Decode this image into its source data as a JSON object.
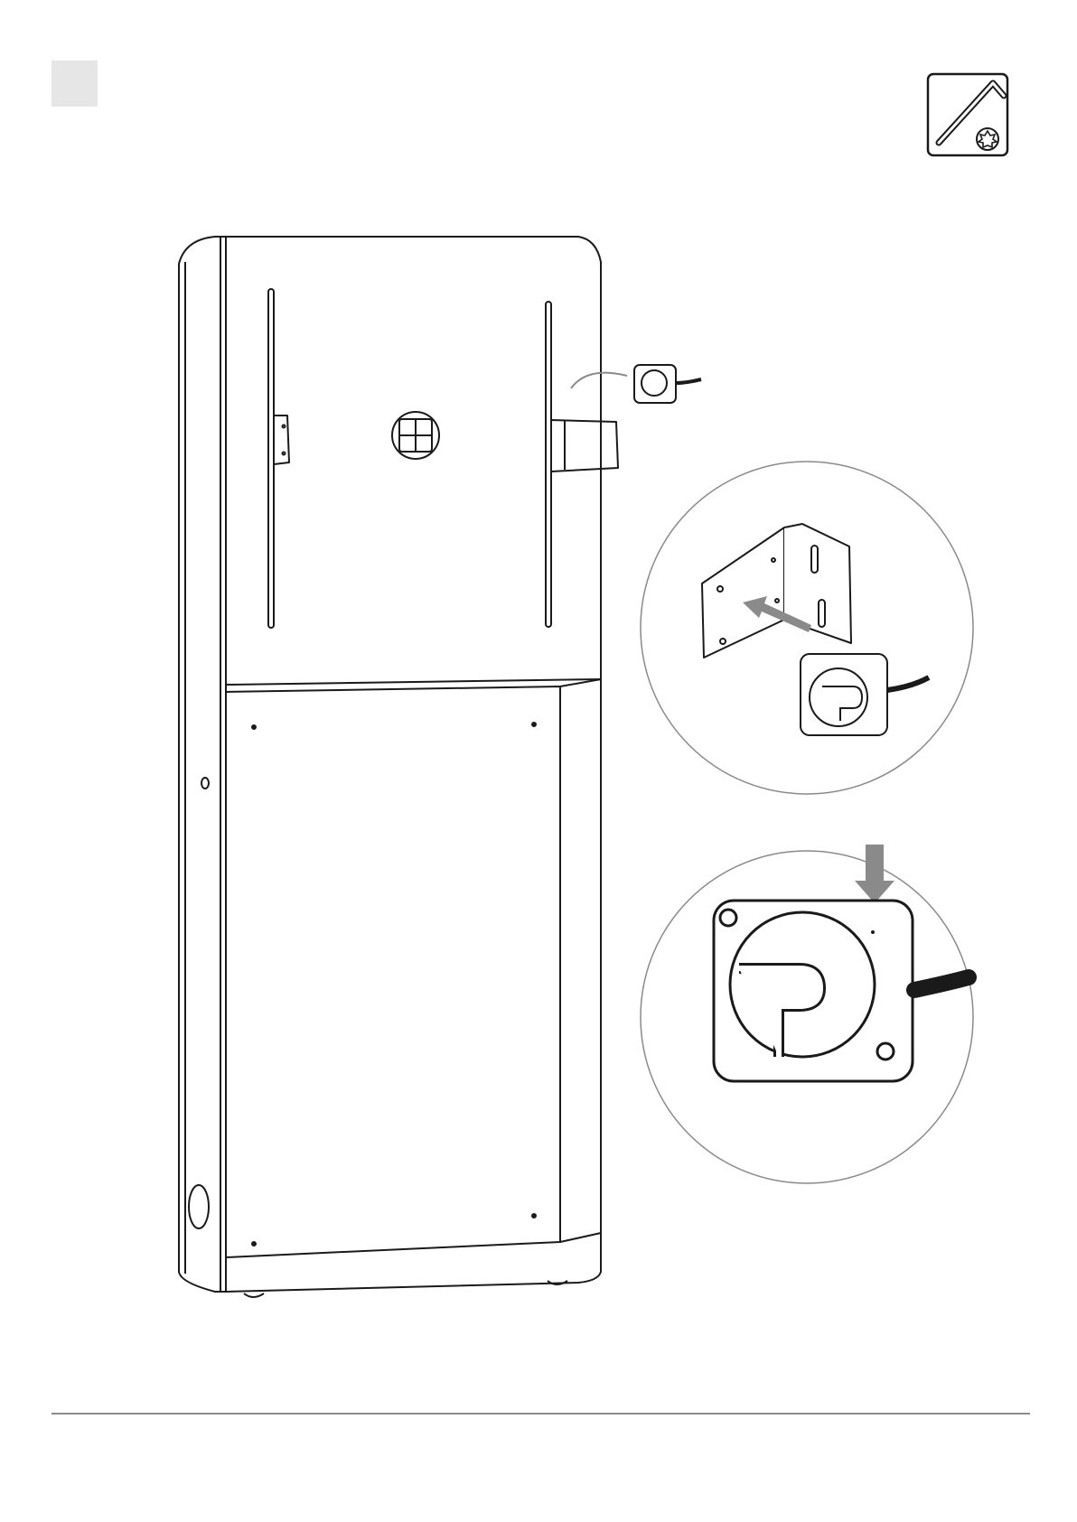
{
  "page": {
    "step_marker": "",
    "tool_icon": "allen-key-torx-icon",
    "illustration": {
      "main": "charging-pillar-back-panel",
      "detail_top": "bracket-mounting-detail",
      "detail_bottom": "sensor-alignment-detail"
    },
    "colors": {
      "line": "#1a1a1a",
      "arrow": "#8a8a8a",
      "marker": "#e6e6e6",
      "rule": "#8c8c8c"
    }
  }
}
